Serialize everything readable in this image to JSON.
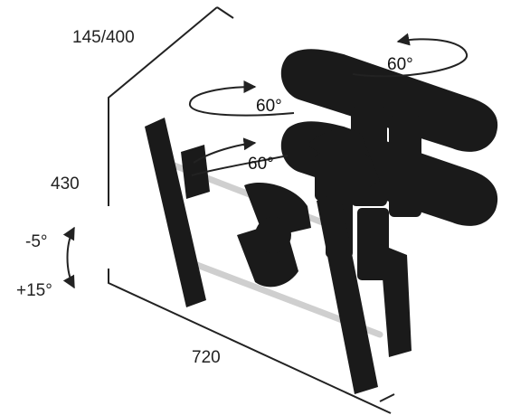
{
  "dimensions": {
    "depth": "145/400",
    "height": "430",
    "width": "720"
  },
  "tilt": {
    "up": "-5°",
    "down": "+15°"
  },
  "swivel": {
    "wall_plate": "60°",
    "middle_joint": "60°",
    "front_joint": "60°"
  },
  "colors": {
    "line": "#222222",
    "mount": "#1a1a1a",
    "rail": "#cfcfcf"
  }
}
